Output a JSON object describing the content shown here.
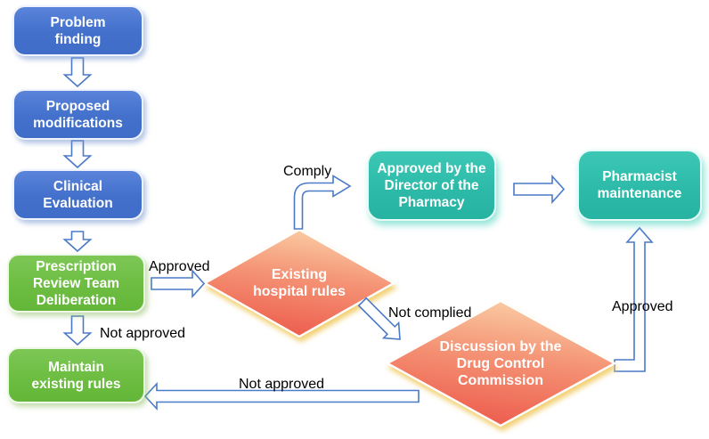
{
  "nodes": {
    "problem_finding": "Problem\nfinding",
    "proposed_modifications": "Proposed\nmodifications",
    "clinical_evaluation": "Clinical\nEvaluation",
    "prescription_review_team": "Prescription\nReview Team\nDeliberation",
    "maintain_existing_rules": "Maintain\nexisting rules",
    "approved_by_director": "Approved by the\nDirector of the\nPharmacy",
    "pharmacist_maintenance": "Pharmacist\nmaintenance",
    "existing_hospital_rules": "Existing\nhospital rules",
    "drug_control_commission": "Discussion by the\nDrug Control\nCommission"
  },
  "edge_labels": {
    "approved_review": "Approved",
    "not_approved_review": "Not approved",
    "comply": "Comply",
    "not_complied": "Not complied",
    "approved_commission": "Approved",
    "not_approved_commission": "Not approved"
  },
  "colors": {
    "process_blue": "#4573CD",
    "process_green": "#6CBD41",
    "process_teal": "#2CB9A7",
    "decision_gradient_top": "#FACDA4",
    "decision_gradient_bottom": "#ED5B4C",
    "decision_glow": "#F2CF6E",
    "connector_stroke": "#4B7AC8",
    "node_text": "#FFFFFF",
    "label_text": "#000000"
  }
}
